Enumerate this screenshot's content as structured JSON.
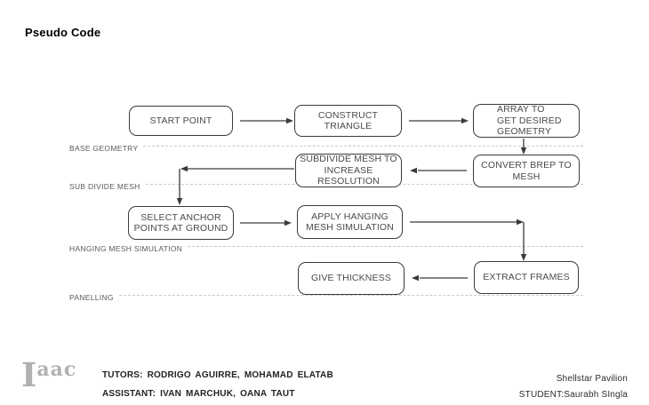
{
  "title": "Pseudo Code",
  "flowchart": {
    "nodes": [
      {
        "label": "START POINT"
      },
      {
        "label": "CONSTRUCT\nTRIANGLE"
      },
      {
        "label": "ARRAY TO\nGET DESIRED\nGEOMETRY"
      },
      {
        "label": "CONVERT BREP TO\nMESH"
      },
      {
        "label": "SUBDIVIDE MESH TO\nINCREASE RESOLUTION"
      },
      {
        "label": "SELECT ANCHOR\nPOINTS AT GROUND"
      },
      {
        "label": "APPLY HANGING\nMESH SIMULATION"
      },
      {
        "label": "EXTRACT FRAMES"
      },
      {
        "label": "GIVE THICKNESS"
      }
    ],
    "sections": [
      {
        "label": "BASE GEOMETRY"
      },
      {
        "label": "SUB DIVIDE MESH"
      },
      {
        "label": "HANGING MESH SIMULATION"
      },
      {
        "label": "PANELLING"
      }
    ]
  },
  "footer": {
    "logo_i": "I",
    "logo_aac": "aac",
    "tutors": "TUTORS: RODRIGO AGUIRRE, MOHAMAD ELATAB",
    "assistant": "ASSISTANT: IVAN MARCHUK, OANA TAUT",
    "project": "Shellstar Pavilion",
    "student": "STUDENT:Saurabh SIngla"
  },
  "colors": {
    "box_border": "#3a3a3a",
    "box_text": "#4a4a4a",
    "section_label": "#58595b",
    "dashed_line": "#c9c9c9",
    "arrow": "#3a3a3a",
    "logo": "#b1b1b1"
  }
}
